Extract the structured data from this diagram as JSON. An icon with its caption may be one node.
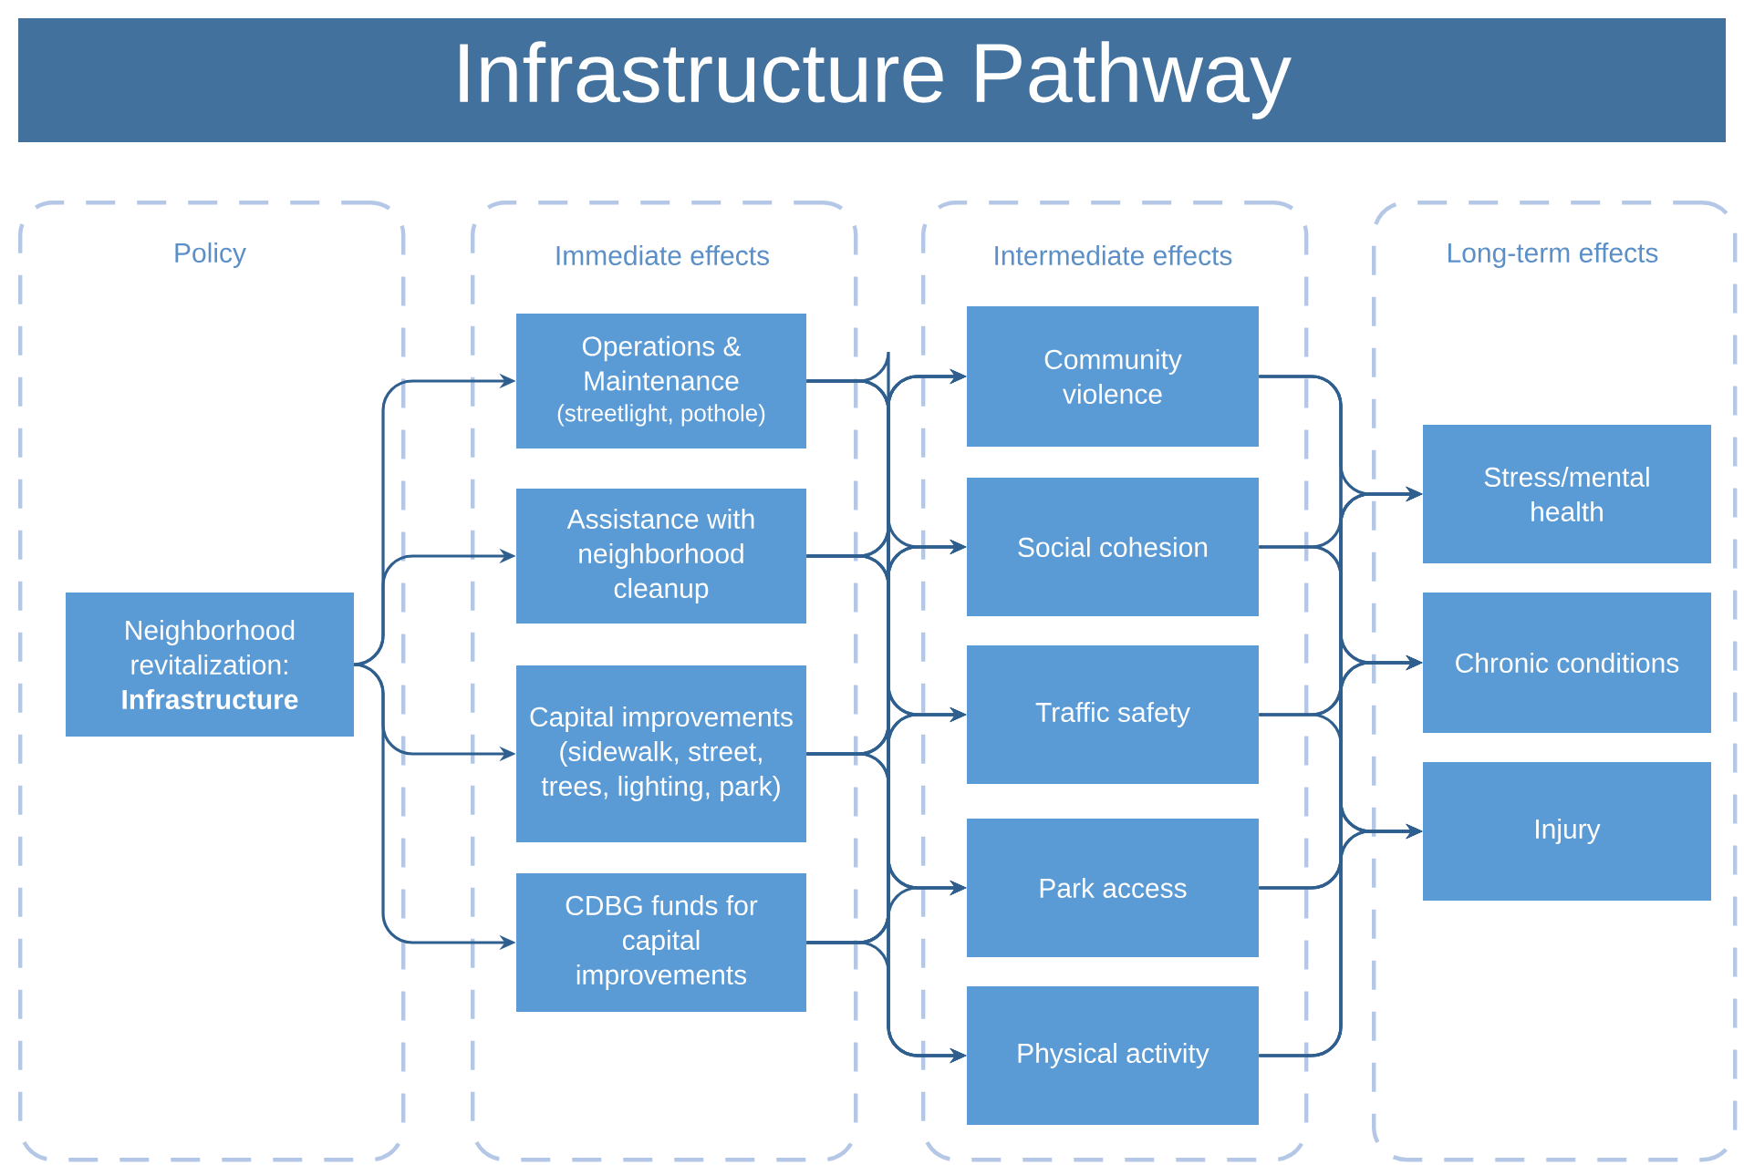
{
  "diagram": {
    "title": "Infrastructure Pathway",
    "nodes": [
      {
        "text": [
          "Policy"
        ]
      },
      {
        "text": [
          "Neighborhood revitalization: **Infrastructure**"
        ],
        "in": 0
      },
      {
        "text": [
          "Immediate effects"
        ]
      },
      {
        "text": [
          "Operations & Maintenance",
          "(streetlight, pothole)"
        ],
        "in": 2
      },
      {
        "text": [
          "Assistance with neighborhood cleanup"
        ],
        "in": 2
      },
      {
        "text": [
          "Capital improvements (sidewalk, street, trees, lighting, park)"
        ],
        "in": 2
      },
      {
        "text": [
          "CDBG funds for capital improvements"
        ],
        "in": 2
      },
      {
        "text": [
          "Intermediate effects"
        ]
      },
      {
        "text": [
          "Community violence"
        ],
        "in": 7
      },
      {
        "text": [
          "Social cohesion"
        ],
        "in": 7
      },
      {
        "text": [
          "Traffic safety"
        ],
        "in": 7
      },
      {
        "text": [
          "Park access"
        ],
        "in": 7
      },
      {
        "text": [
          "Physical activity"
        ],
        "in": 7
      },
      {
        "text": [
          "Long-term effects"
        ]
      },
      {
        "text": [
          "Stress/mental health"
        ],
        "in": 13
      },
      {
        "text": [
          "Chronic conditions"
        ],
        "in": 13
      },
      {
        "text": [
          "Injury"
        ],
        "in": 13
      }
    ],
    "edges": [
      {
        "from": 1,
        "to": 3,
        "arrow": "to"
      },
      {
        "from": 1,
        "to": 4,
        "arrow": "to"
      },
      {
        "from": 1,
        "to": 5,
        "arrow": "to"
      },
      {
        "from": 1,
        "to": 6,
        "arrow": "to"
      },
      {
        "from": 3,
        "to": 8,
        "arrow": "to"
      },
      {
        "from": 3,
        "to": 9,
        "arrow": "to"
      },
      {
        "from": 3,
        "to": 10,
        "arrow": "to"
      },
      {
        "from": 3,
        "to": 11,
        "arrow": "to"
      },
      {
        "from": 3,
        "to": 12,
        "arrow": "to"
      },
      {
        "from": 4,
        "to": 8,
        "arrow": "to"
      },
      {
        "from": 4,
        "to": 9,
        "arrow": "to"
      },
      {
        "from": 4,
        "to": 10,
        "arrow": "to"
      },
      {
        "from": 4,
        "to": 11,
        "arrow": "to"
      },
      {
        "from": 4,
        "to": 12,
        "arrow": "to"
      },
      {
        "from": 5,
        "to": 8,
        "arrow": "to"
      },
      {
        "from": 5,
        "to": 9,
        "arrow": "to"
      },
      {
        "from": 5,
        "to": 10,
        "arrow": "to"
      },
      {
        "from": 5,
        "to": 11,
        "arrow": "to"
      },
      {
        "from": 5,
        "to": 12,
        "arrow": "to"
      },
      {
        "from": 6,
        "to": 8,
        "arrow": "to"
      },
      {
        "from": 6,
        "to": 9,
        "arrow": "to"
      },
      {
        "from": 6,
        "to": 10,
        "arrow": "to"
      },
      {
        "from": 6,
        "to": 11,
        "arrow": "to"
      },
      {
        "from": 6,
        "to": 12,
        "arrow": "to"
      },
      {
        "from": 8,
        "to": 14,
        "arrow": "to"
      },
      {
        "from": 8,
        "to": 15,
        "arrow": "to"
      },
      {
        "from": 8,
        "to": 16,
        "arrow": "to"
      },
      {
        "from": 9,
        "to": 14,
        "arrow": "to"
      },
      {
        "from": 9,
        "to": 15,
        "arrow": "to"
      },
      {
        "from": 9,
        "to": 16,
        "arrow": "to"
      },
      {
        "from": 10,
        "to": 14,
        "arrow": "to"
      },
      {
        "from": 10,
        "to": 15,
        "arrow": "to"
      },
      {
        "from": 10,
        "to": 16,
        "arrow": "to"
      },
      {
        "from": 11,
        "to": 14,
        "arrow": "to"
      },
      {
        "from": 11,
        "to": 15,
        "arrow": "to"
      },
      {
        "from": 11,
        "to": 16,
        "arrow": "to"
      },
      {
        "from": 12,
        "to": 14,
        "arrow": "to"
      },
      {
        "from": 12,
        "to": 15,
        "arrow": "to"
      },
      {
        "from": 12,
        "to": 16,
        "arrow": "to"
      }
    ]
  }
}
